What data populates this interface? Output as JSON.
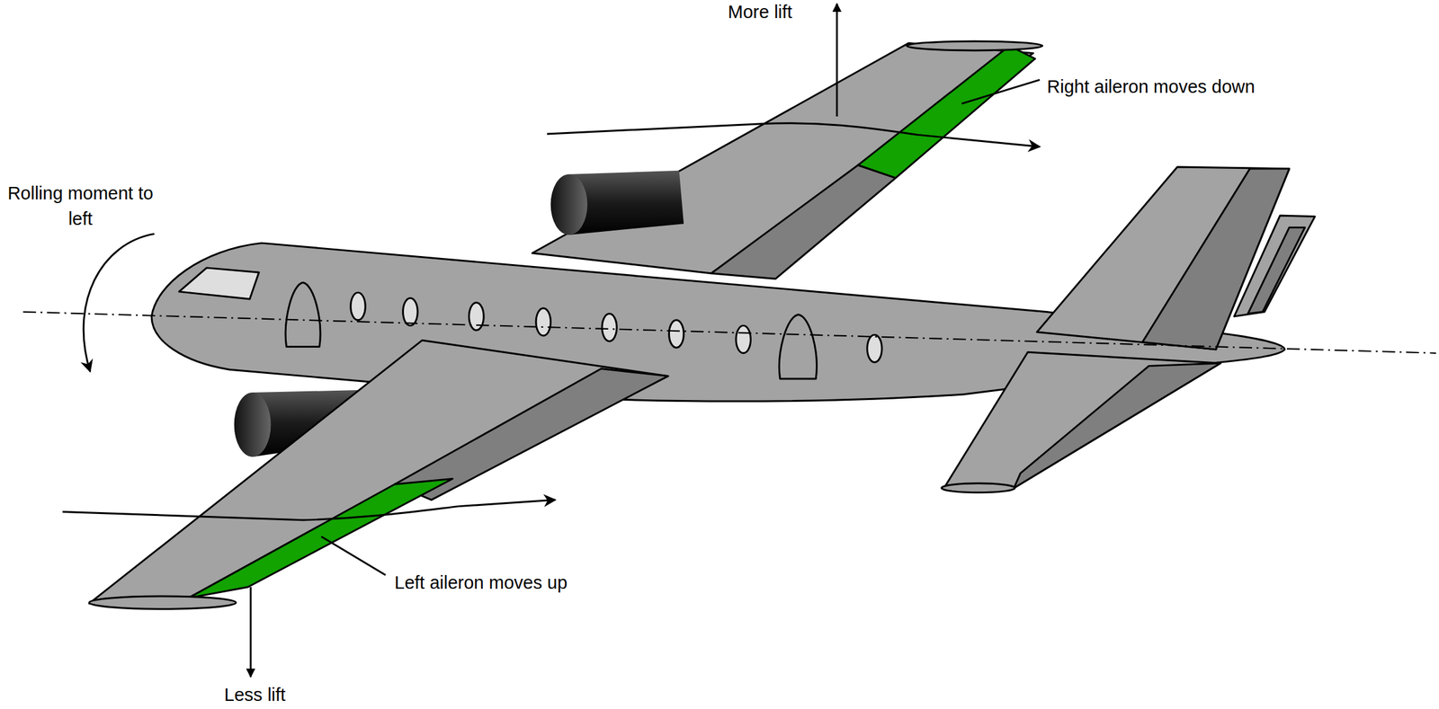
{
  "diagram": {
    "labels": [
      "More lift",
      "Right aileron moves down",
      "Rolling moment to left",
      "Left aileron moves up",
      "Less lift"
    ]
  }
}
